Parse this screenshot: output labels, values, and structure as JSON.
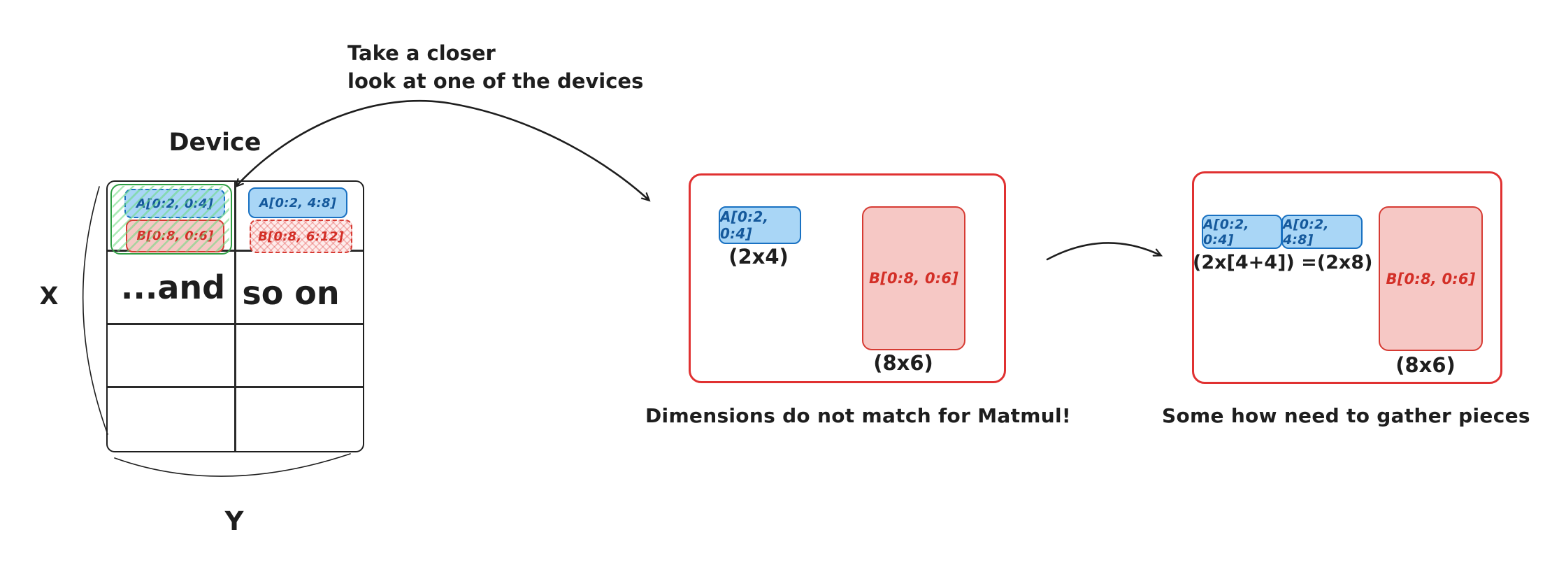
{
  "palette": {
    "ink": "#1e1e1e",
    "blue_border": "#1971c2",
    "blue_fill": "#a9d6f6",
    "red_border": "#e03131",
    "red_fill": "#f6c8c5",
    "green_border": "#2f9e44",
    "green_hatch": "#69db7c"
  },
  "annotation": {
    "line1": "Take a closer",
    "line2": "look at one of the devices"
  },
  "device_grid": {
    "title": "Device",
    "x_label": "X",
    "y_label": "Y",
    "cells": {
      "top_left": {
        "a": "A[0:2, 0:4]",
        "b": "B[0:8, 0:6]"
      },
      "top_right": {
        "a": "A[0:2, 4:8]",
        "b": "B[0:8, 6:12]"
      }
    },
    "continuation_left": "...and",
    "continuation_right": "so on"
  },
  "detail_device": {
    "a": "A[0:2, 0:4]",
    "a_shape": "(2x4)",
    "b": "B[0:8, 0:6]",
    "b_shape": "(8x6)",
    "caption": "Dimensions do not match for Matmul!"
  },
  "gathered_device": {
    "a1": "A[0:2, 0:4]",
    "a2": "A[0:2, 4:8]",
    "a_shape": "(2x[4+4]) =(2x8)",
    "b": "B[0:8, 0:6]",
    "b_shape": "(8x6)",
    "caption": "Some how need to gather pieces"
  }
}
